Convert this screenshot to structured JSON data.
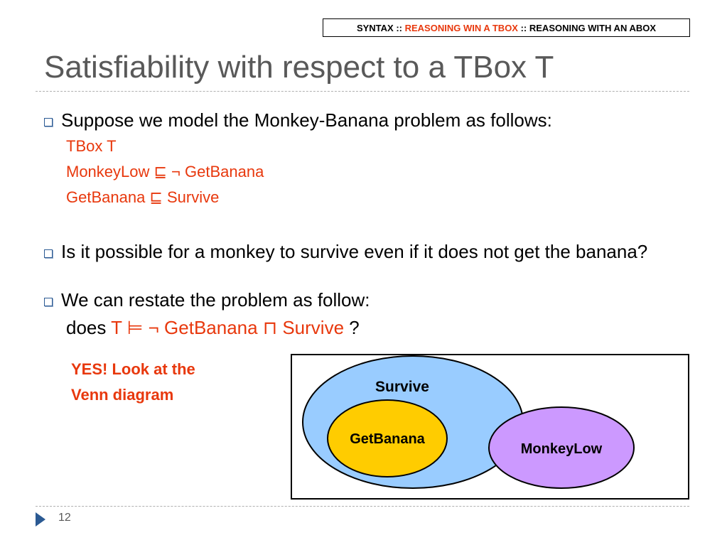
{
  "breadcrumb": {
    "syntax": "SYNTAX",
    "sep1": " :: ",
    "current": "REASONING WIN A TBOX",
    "sep2": " :: ",
    "abox": "REASONING WITH AN ABOX"
  },
  "title": "Satisfiability with respect to a TBox T",
  "bullets": [
    "Suppose we model the Monkey-Banana problem as follows:",
    "Is it possible for a monkey to survive even if it does not get the banana?",
    "We can restate the problem as follow:"
  ],
  "tbox": {
    "heading": "TBox T",
    "axiom1": "MonkeyLow ⊑ ¬ GetBanana",
    "axiom2": "GetBanana ⊑ Survive"
  },
  "query": {
    "prefix": "does ",
    "formula": "T ⊨ ¬ GetBanana ⊓ Survive",
    "suffix": " ?"
  },
  "answer": {
    "line1": "YES! Look at the",
    "line2": "Venn diagram"
  },
  "venn": {
    "survive": "Survive",
    "getbanana": "GetBanana",
    "monkeylow": "MonkeyLow",
    "colors": {
      "survive_fill": "#99ccff",
      "getbanana_fill": "#ffcc00",
      "monkeylow_fill": "#cc99ff",
      "accent_red": "#e8380d"
    }
  },
  "footer": {
    "page_number": "12",
    "arrow_icon": "nav-arrow-icon"
  }
}
